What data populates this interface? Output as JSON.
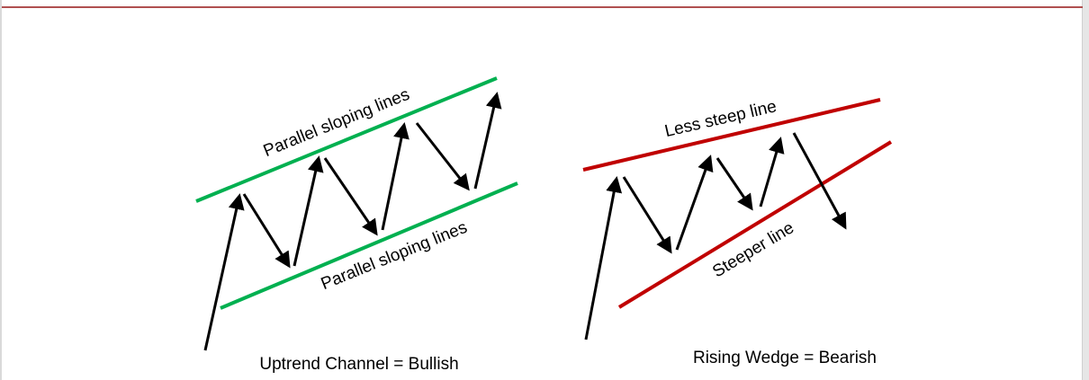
{
  "colors": {
    "channel": "#00b050",
    "wedge": "#c00000",
    "arrows": "#000000",
    "header_rule": "#b05050"
  },
  "channel": {
    "top_label": "Parallel sloping lines",
    "bottom_label": "Parallel sloping lines",
    "caption": "Uptrend Channel = Bullish"
  },
  "wedge": {
    "top_label": "Less steep line",
    "bottom_label": "Steeper line",
    "caption": "Rising Wedge = Bearish"
  }
}
